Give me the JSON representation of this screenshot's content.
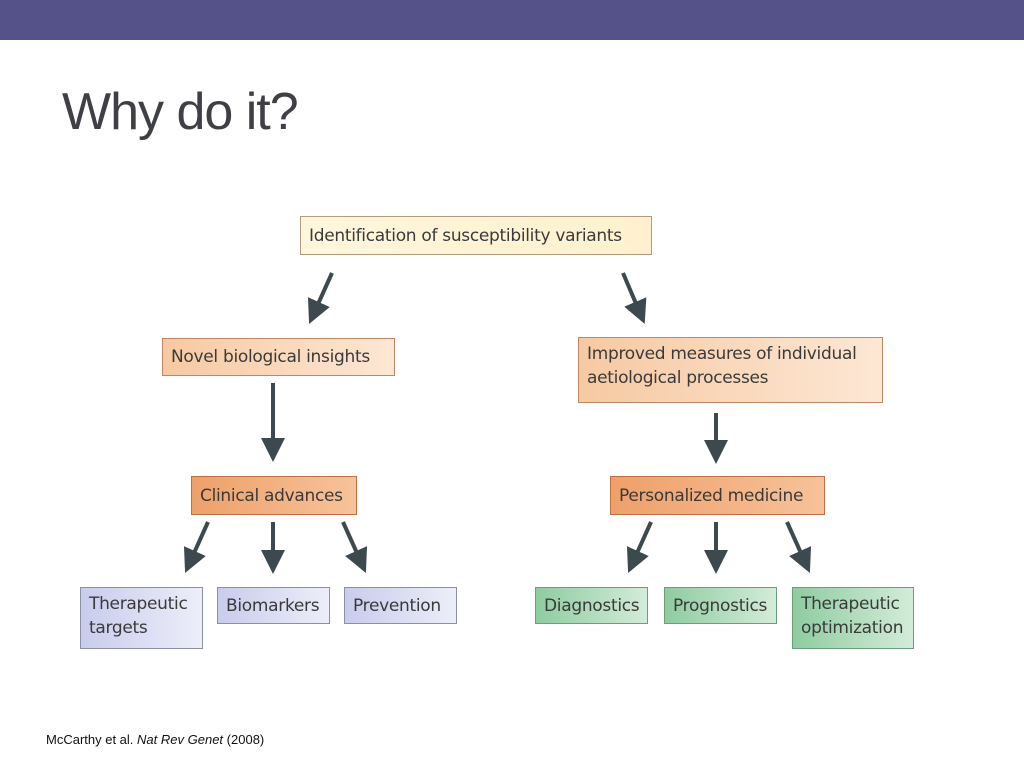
{
  "slide": {
    "title": "Why do it?"
  },
  "diagram": {
    "root": "Identification of susceptibility variants",
    "left_branch": "Novel biological insights",
    "right_branch_line1": "Improved measures of individual",
    "right_branch_line2": "aetiological processes",
    "left_outcome": "Clinical advances",
    "right_outcome": "Personalized medicine",
    "left_leaves": [
      {
        "line1": "Therapeutic",
        "line2": "targets"
      },
      {
        "line1": "Biomarkers"
      },
      {
        "line1": "Prevention"
      }
    ],
    "right_leaves": [
      {
        "line1": "Diagnostics"
      },
      {
        "line1": "Prognostics"
      },
      {
        "line1": "Therapeutic",
        "line2": "optimization"
      }
    ]
  },
  "citation": {
    "authors": "McCarthy et al.",
    "journal": "Nat Rev Genet",
    "year": "(2008)"
  },
  "colors": {
    "top_bar": "#545288",
    "arrow": "#3c4a50"
  }
}
